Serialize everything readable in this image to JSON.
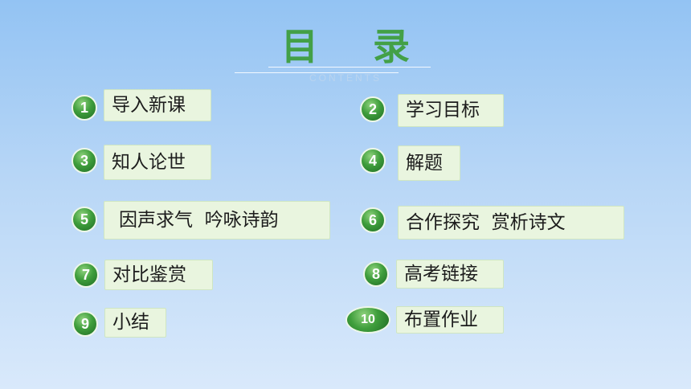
{
  "title": "目 录",
  "subtitle": "CONTENTS",
  "items": [
    {
      "num": "1",
      "label": "导入新课"
    },
    {
      "num": "2",
      "label": "学习目标"
    },
    {
      "num": "3",
      "label": "知人论世"
    },
    {
      "num": "4",
      "label": "解题"
    },
    {
      "num": "5",
      "label": "因声求气  吟咏诗韵"
    },
    {
      "num": "6",
      "label": "合作探究  赏析诗文"
    },
    {
      "num": "7",
      "label": "对比鉴赏"
    },
    {
      "num": "8",
      "label": "高考链接"
    },
    {
      "num": "9",
      "label": "小结"
    },
    {
      "num": "10",
      "label": "布置作业"
    }
  ]
}
